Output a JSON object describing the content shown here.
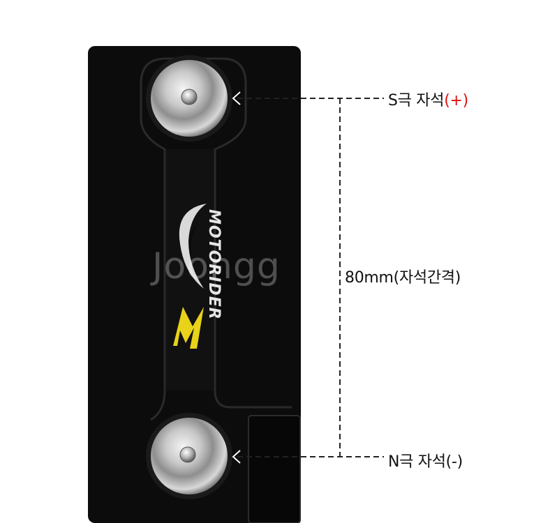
{
  "labels": {
    "s_pole_text": "S극 자석",
    "s_pole_sign": "(+)",
    "n_pole_text": "N극 자석",
    "n_pole_sign": "(-)",
    "spacing": "80mm(자석간격)"
  },
  "product": {
    "logo_text": "MOTORIDER",
    "watermark": "Joongg"
  },
  "colors": {
    "body": "#0c0c0c",
    "logo_yellow": "#e8d21a",
    "positive_sign": "#e01010",
    "dashed_line": "#222222"
  }
}
